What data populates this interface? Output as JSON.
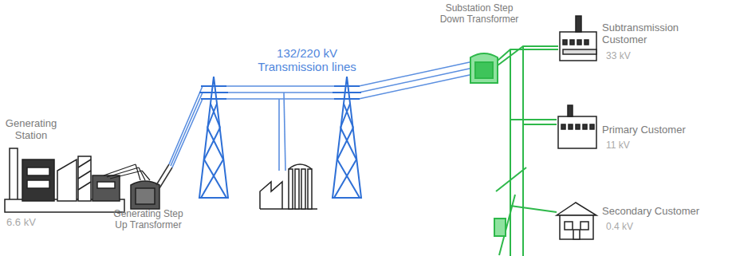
{
  "diagram": {
    "labels": [
      "Generating Station",
      "6.6 kV",
      "Generating Step Up Transformer",
      "132/220 kV Transmission lines",
      "Substation Step Down Transformer",
      "Subtransmission Customer",
      "33 kV",
      "Primary Customer",
      "11 kV",
      "Secondary Customer",
      "0.4 kV"
    ]
  }
}
